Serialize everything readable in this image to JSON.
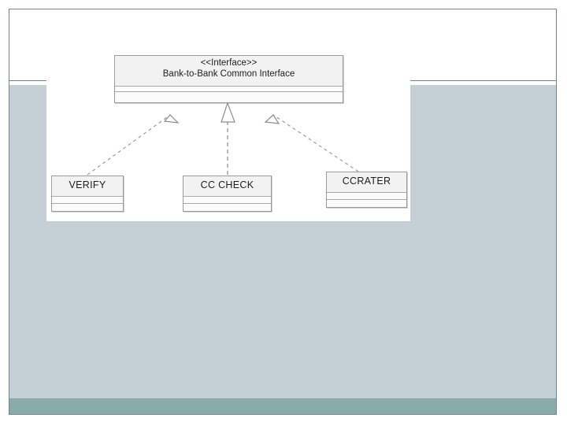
{
  "slide": {
    "theme": {
      "header_background": "#ffffff",
      "body_background": "#c4d0d6",
      "footer_band": "#8aabac",
      "accent_ring": "#6f8a8d",
      "border": "#6f8389"
    },
    "title": "",
    "decoration": {
      "ring_label": "circle-ring-decoration"
    }
  },
  "diagram": {
    "type": "uml-class-diagram",
    "interface": {
      "stereotype": "<<Interface>>",
      "name": "Bank-to-Bank Common Interface",
      "compartments": [
        "",
        ""
      ]
    },
    "classes": [
      {
        "name": "VERIFY",
        "compartments": [
          "",
          ""
        ]
      },
      {
        "name": "CC CHECK",
        "compartments": [
          "",
          ""
        ]
      },
      {
        "name": "CCRATER",
        "compartments": [
          "",
          ""
        ]
      }
    ],
    "relationships": [
      {
        "from": "VERIFY",
        "to": "Bank-to-Bank Common Interface",
        "kind": "realization",
        "line": "dashed",
        "arrow": "hollow-triangle"
      },
      {
        "from": "CC CHECK",
        "to": "Bank-to-Bank Common Interface",
        "kind": "realization",
        "line": "dashed",
        "arrow": "hollow-triangle"
      },
      {
        "from": "CCRATER",
        "to": "Bank-to-Bank Common Interface",
        "kind": "realization",
        "line": "dashed",
        "arrow": "hollow-triangle"
      }
    ]
  }
}
